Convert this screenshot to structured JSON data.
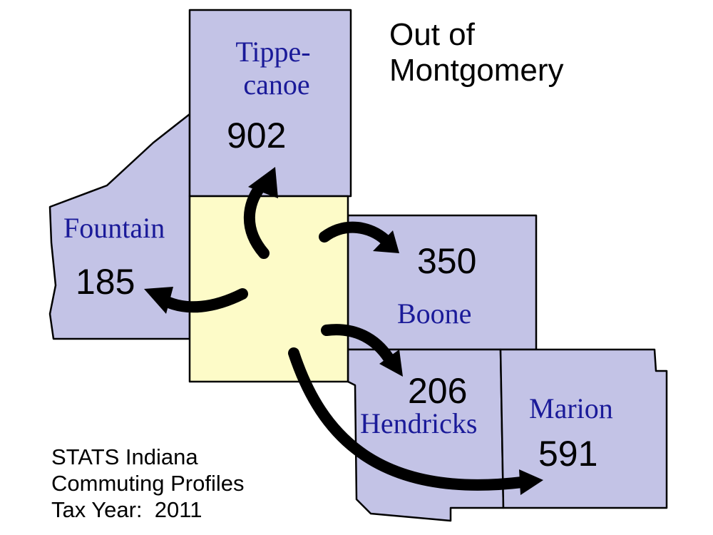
{
  "title": [
    "Out of",
    "Montgomery"
  ],
  "credit": [
    "STATS Indiana",
    "Commuting Profiles",
    "Tax Year:  2011"
  ],
  "colors": {
    "origin_fill": "#fdfbc8",
    "destination_fill": "#c3c3e6",
    "county_label": "#1a1a99",
    "outline": "#000000"
  },
  "origin": {
    "name": "Montgomery"
  },
  "destinations": [
    {
      "id": "tippecanoe",
      "name_lines": [
        "Tippe-",
        "canoe"
      ],
      "commuters": "902"
    },
    {
      "id": "fountain",
      "name_lines": [
        "Fountain"
      ],
      "commuters": "185"
    },
    {
      "id": "boone",
      "name_lines": [
        "Boone"
      ],
      "commuters": "350"
    },
    {
      "id": "hendricks",
      "name_lines": [
        "Hendricks"
      ],
      "commuters": "206"
    },
    {
      "id": "marion",
      "name_lines": [
        "Marion"
      ],
      "commuters": "591"
    }
  ]
}
